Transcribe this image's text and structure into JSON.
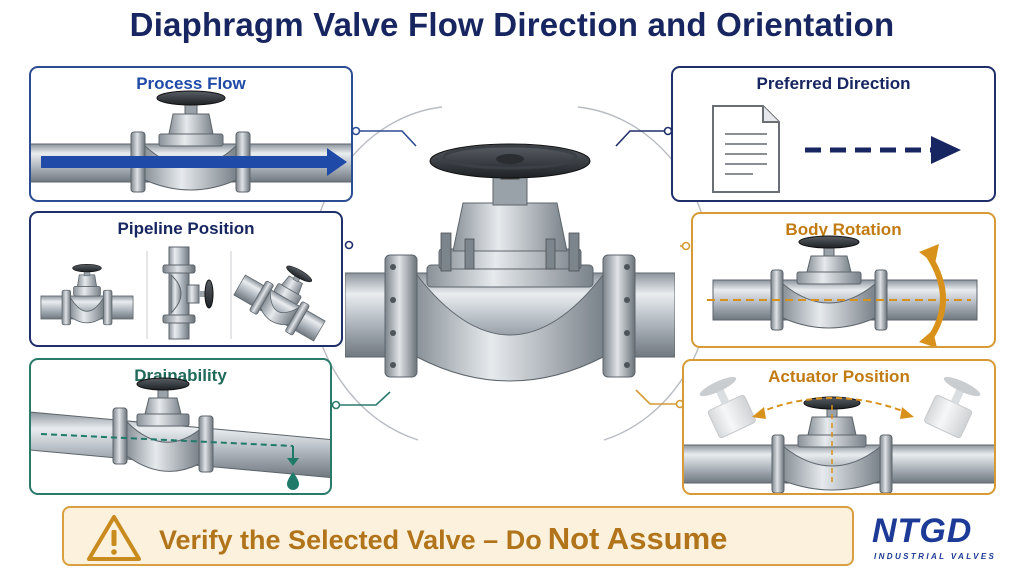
{
  "page": {
    "title": "Diaphragm Valve Flow Direction and Orientation"
  },
  "panels": {
    "process_flow": "Process Flow",
    "pipeline_position": "Pipeline Position",
    "drainability": "Drainability",
    "preferred_direction": "Preferred Direction",
    "body_rotation": "Body Rotation",
    "actuator_position": "Actuator Position"
  },
  "banner": {
    "text": "Verify the Selected Valve – Do",
    "emphasis": "Not Assume"
  },
  "logo": {
    "mark": "NTGD",
    "subtitle": "INDUSTRIAL VALVES"
  },
  "icons": {
    "warning": "warning-triangle-icon",
    "document": "document-icon",
    "arrow": "dashed-arrow-icon",
    "drop": "water-drop-icon"
  },
  "colors": {
    "title": "#172660",
    "flow_arrow": "#1f4aa8",
    "drain": "#1f7a6a",
    "accent_orange": "#d8921c",
    "banner_bg": "#fbf1dc"
  }
}
